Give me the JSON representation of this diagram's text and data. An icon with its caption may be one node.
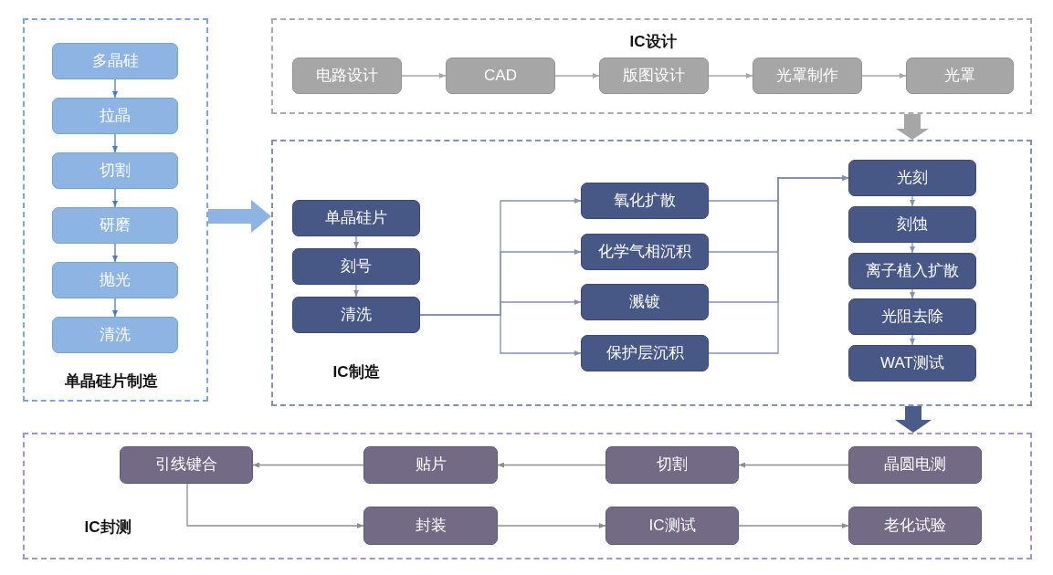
{
  "diagram": {
    "nodes": [
      {
        "text": [
          "单晶硅片制造"
        ]
      },
      {
        "text": [
          "多晶硅"
        ],
        "in": 0
      },
      {
        "text": [
          "拉晶"
        ],
        "in": 0
      },
      {
        "text": [
          "切割"
        ],
        "in": 0
      },
      {
        "text": [
          "研磨"
        ],
        "in": 0
      },
      {
        "text": [
          "抛光"
        ],
        "in": 0
      },
      {
        "text": [
          "清洗"
        ],
        "in": 0
      },
      {
        "text": [
          "IC设计"
        ]
      },
      {
        "text": [
          "电路设计"
        ],
        "in": 7
      },
      {
        "text": [
          "CAD"
        ],
        "in": 7
      },
      {
        "text": [
          "版图设计"
        ],
        "in": 7
      },
      {
        "text": [
          "光罩制作"
        ],
        "in": 7
      },
      {
        "text": [
          "光罩"
        ],
        "in": 7
      },
      {
        "text": [
          "IC制造"
        ]
      },
      {
        "text": [
          "单晶硅片"
        ],
        "in": 13
      },
      {
        "text": [
          "刻号"
        ],
        "in": 13
      },
      {
        "text": [
          "清洗"
        ],
        "in": 13
      },
      {
        "text": [
          "氧化扩散"
        ],
        "in": 13
      },
      {
        "text": [
          "化学气相沉积"
        ],
        "in": 13
      },
      {
        "text": [
          "溅镀"
        ],
        "in": 13
      },
      {
        "text": [
          "保护层沉积"
        ],
        "in": 13
      },
      {
        "text": [
          "光刻"
        ],
        "in": 13
      },
      {
        "text": [
          "刻蚀"
        ],
        "in": 13
      },
      {
        "text": [
          "离子植入扩散"
        ],
        "in": 13
      },
      {
        "text": [
          "光阻去除"
        ],
        "in": 13
      },
      {
        "text": [
          "WAT测试"
        ],
        "in": 13
      },
      {
        "text": [
          "IC封测"
        ]
      },
      {
        "text": [
          "引线键合"
        ],
        "in": 26
      },
      {
        "text": [
          "贴片"
        ],
        "in": 26
      },
      {
        "text": [
          "切割"
        ],
        "in": 26
      },
      {
        "text": [
          "晶圆电测"
        ],
        "in": 26
      },
      {
        "text": [
          "封装"
        ],
        "in": 26
      },
      {
        "text": [
          "IC测试"
        ],
        "in": 26
      },
      {
        "text": [
          "老化试验"
        ],
        "in": 26
      }
    ],
    "edges": [
      {
        "from": 1,
        "to": 2,
        "arrow": "to",
        "color": "#4a7cc0"
      },
      {
        "from": 2,
        "to": 3,
        "arrow": "to",
        "color": "#4a7cc0"
      },
      {
        "from": 3,
        "to": 4,
        "arrow": "to",
        "color": "#4a7cc0"
      },
      {
        "from": 4,
        "to": 5,
        "arrow": "to",
        "color": "#4a7cc0"
      },
      {
        "from": 5,
        "to": 6,
        "arrow": "to",
        "color": "#4a7cc0"
      },
      {
        "from": 0,
        "to": 13,
        "arrow": "to",
        "style": "thick",
        "color": "#8db4e2"
      },
      {
        "from": 8,
        "to": 9,
        "arrow": "to",
        "color": "#a6a6a6"
      },
      {
        "from": 9,
        "to": 10,
        "arrow": "to",
        "color": "#a6a6a6"
      },
      {
        "from": 10,
        "to": 11,
        "arrow": "to",
        "color": "#a6a6a6"
      },
      {
        "from": 11,
        "to": 12,
        "arrow": "to",
        "color": "#a6a6a6"
      },
      {
        "from": 7,
        "to": 13,
        "arrow": "to",
        "style": "thick",
        "color": "#a6a6a6"
      },
      {
        "from": 14,
        "to": 15,
        "arrow": "to"
      },
      {
        "from": 15,
        "to": 16,
        "arrow": "to"
      },
      {
        "from": 16,
        "to": 17,
        "arrow": "to"
      },
      {
        "from": 16,
        "to": 18,
        "arrow": "to"
      },
      {
        "from": 16,
        "to": 19,
        "arrow": "to"
      },
      {
        "from": 16,
        "to": 20,
        "arrow": "to"
      },
      {
        "from": 17,
        "to": 21,
        "arrow": "to"
      },
      {
        "from": 18,
        "to": 21,
        "arrow": "to"
      },
      {
        "from": 19,
        "to": 21,
        "arrow": "to"
      },
      {
        "from": 20,
        "to": 21,
        "arrow": "to"
      },
      {
        "from": 21,
        "to": 22,
        "arrow": "to"
      },
      {
        "from": 22,
        "to": 23,
        "arrow": "to"
      },
      {
        "from": 23,
        "to": 24,
        "arrow": "to"
      },
      {
        "from": 24,
        "to": 25,
        "arrow": "to"
      },
      {
        "from": 13,
        "to": 26,
        "arrow": "to",
        "style": "thick",
        "color": "#4a5b8c"
      },
      {
        "from": 30,
        "to": 29,
        "arrow": "to",
        "color": "#8c8c8c"
      },
      {
        "from": 29,
        "to": 28,
        "arrow": "to",
        "color": "#8c8c8c"
      },
      {
        "from": 28,
        "to": 27,
        "arrow": "to",
        "color": "#8c8c8c"
      },
      {
        "from": 27,
        "to": 31,
        "arrow": "to",
        "color": "#8c8c8c"
      },
      {
        "from": 31,
        "to": 32,
        "arrow": "to",
        "color": "#8c8c8c"
      },
      {
        "from": 32,
        "to": 33,
        "arrow": "to",
        "color": "#8c8c8c"
      }
    ]
  }
}
